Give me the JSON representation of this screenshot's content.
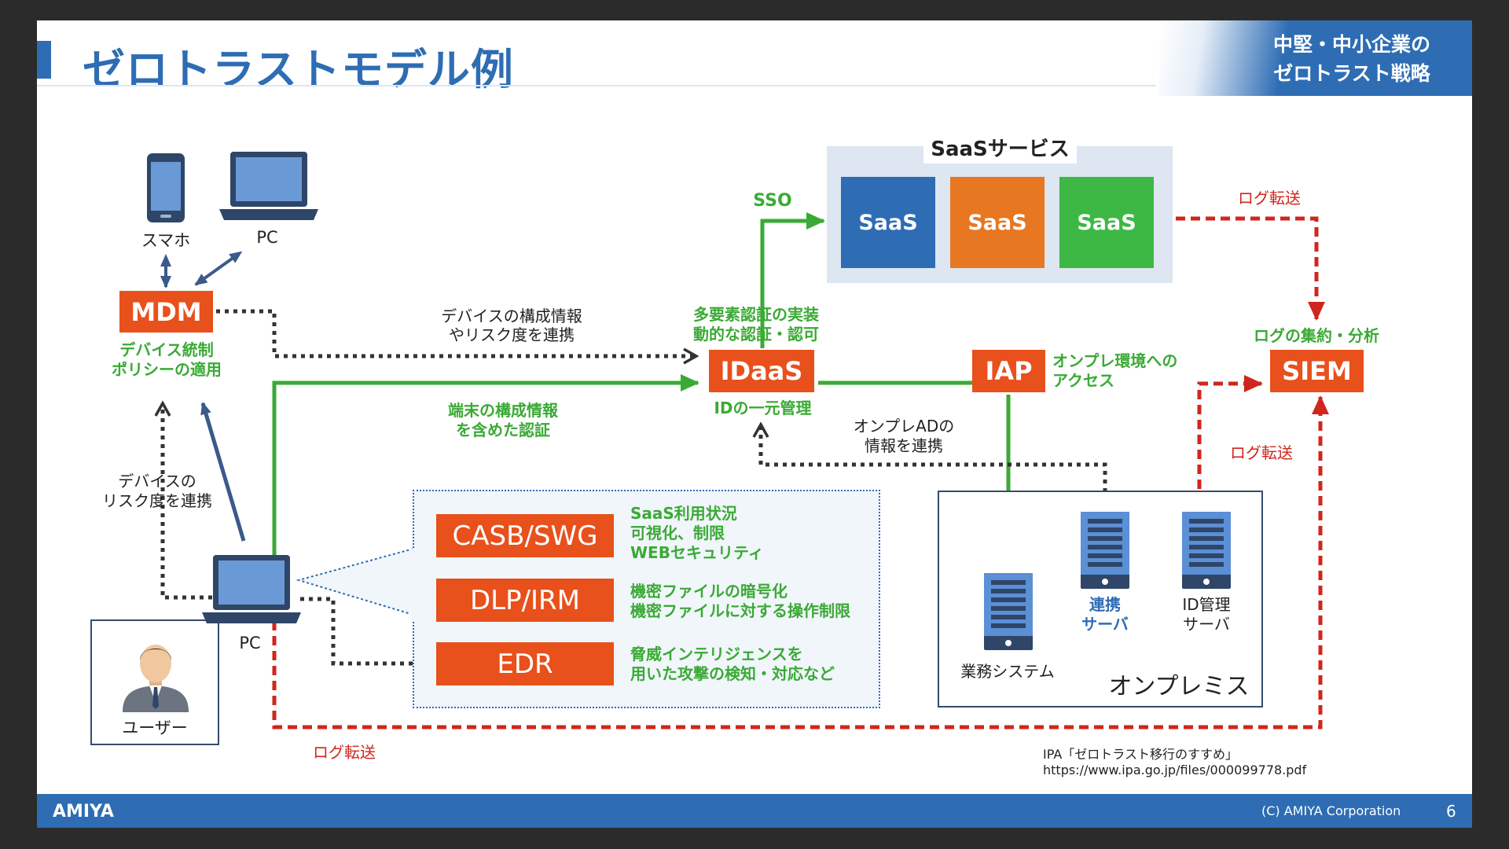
{
  "header": {
    "title": "ゼロトラストモデル例",
    "badge_line1": "中堅・中小企業の",
    "badge_line2": "ゼロトラスト戦略"
  },
  "footer": {
    "brand": "AMIYA",
    "copyright": "(C) AMIYA Corporation",
    "page": "6"
  },
  "devices": {
    "smartphone": "スマホ",
    "pc_top": "PC",
    "pc_user": "PC",
    "user": "ユーザー"
  },
  "mdm": {
    "label": "MDM",
    "desc_line1": "デバイス統制",
    "desc_line2": "ポリシーの適用"
  },
  "flows": {
    "device_info_line1": "デバイスの構成情報",
    "device_info_line2": "やリスク度を連携",
    "endpoint_auth_line1": "端末の構成情報",
    "endpoint_auth_line2": "を含めた認証",
    "device_risk_line1": "デバイスの",
    "device_risk_line2": "リスク度を連携",
    "sso": "SSO",
    "onprem_ad_line1": "オンプレADの",
    "onprem_ad_line2": "情報を連携",
    "log_transfer_top": "ログ転送",
    "log_transfer_right": "ログ転送",
    "log_transfer_bottom": "ログ転送"
  },
  "idaas": {
    "label": "IDaaS",
    "above_line1": "多要素認証の実装",
    "above_line2": "動的な認証・認可",
    "below": "IDの一元管理"
  },
  "iap": {
    "label": "IAP",
    "desc_line1": "オンプレ環境への",
    "desc_line2": "アクセス"
  },
  "siem": {
    "label": "SIEM",
    "above": "ログの集約・分析"
  },
  "saas": {
    "panel_title": "SaaSサービス",
    "tiles": [
      "SaaS",
      "SaaS",
      "SaaS"
    ],
    "tile_colors": [
      "#2e6db4",
      "#e87722",
      "#3db844"
    ]
  },
  "security": {
    "items": [
      {
        "label": "CASB/SWG",
        "desc_line1": "SaaS利用状況",
        "desc_line2": "可視化、制限",
        "desc_line3": "WEBセキュリティ"
      },
      {
        "label": "DLP/IRM",
        "desc_line1": "機密ファイルの暗号化",
        "desc_line2": "機密ファイルに対する操作制限"
      },
      {
        "label": "EDR",
        "desc_line1": "脅威インテリジェンスを",
        "desc_line2": "用いた攻撃の検知・対応など"
      }
    ]
  },
  "onprem": {
    "title": "オンプレミス",
    "business_system": "業務システム",
    "link_server_line1": "連携",
    "link_server_line2": "サーバ",
    "id_server_line1": "ID管理",
    "id_server_line2": "サーバ"
  },
  "reference": {
    "line1": "IPA「ゼロトラスト移行のすすめ」",
    "line2": "https://www.ipa.go.jp/files/000099778.pdf"
  },
  "colors": {
    "brand_blue": "#2e6db4",
    "orange": "#e8501c",
    "green": "#3aaa35",
    "red": "#d0261d"
  }
}
